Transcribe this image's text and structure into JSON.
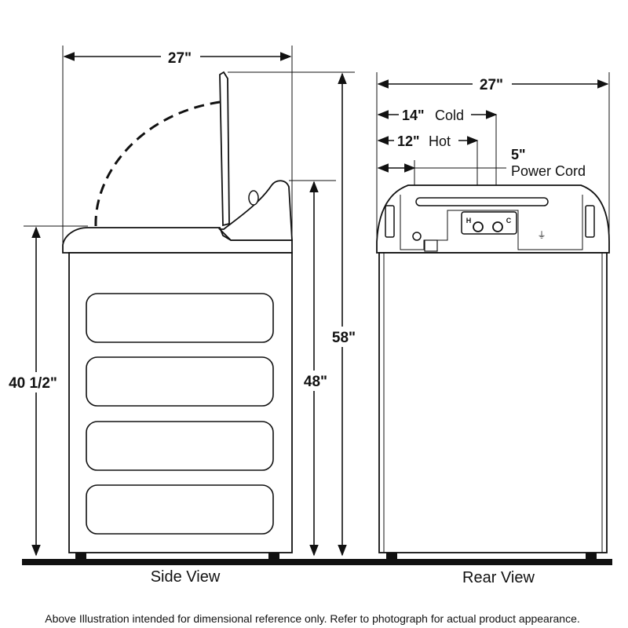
{
  "side_view": {
    "width_label": "27\"",
    "height_lid_open_label": "58\"",
    "height_console_label": "48\"",
    "height_lid_label": "40 1/2\"",
    "caption": "Side View"
  },
  "rear_view": {
    "width_label": "27\"",
    "cold_offset_label": "14\"",
    "cold_text": "Cold",
    "hot_offset_label": "12\"",
    "hot_text": "Hot",
    "cord_offset_label": "5\"",
    "cord_text": "Power Cord",
    "hot_marker": "H",
    "cold_marker": "C",
    "caption": "Rear View"
  },
  "disclaimer": "Above Illustration intended for dimensional reference only. Refer to photograph for actual product appearance."
}
